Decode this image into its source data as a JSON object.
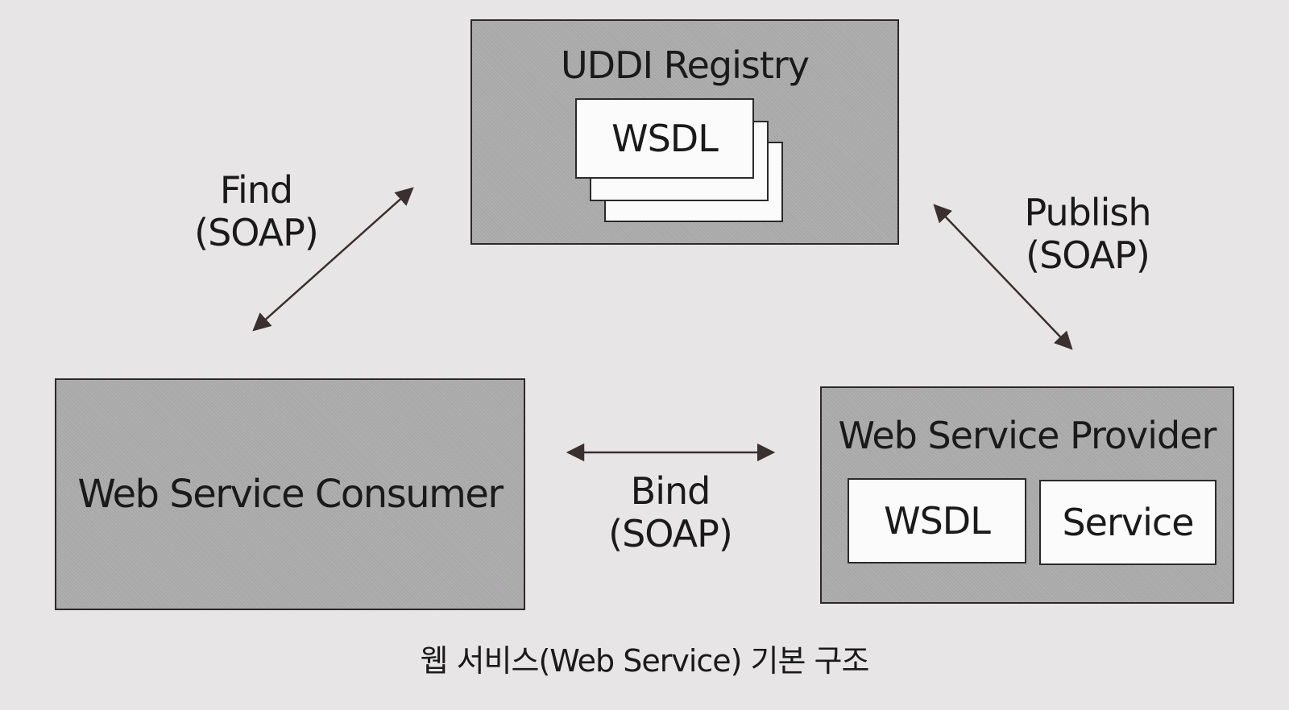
{
  "registry": {
    "title": "UDDI Registry",
    "doc_label": "WSDL"
  },
  "consumer": {
    "title": "Web Service Consumer"
  },
  "provider": {
    "title": "Web Service Provider",
    "wsdl_label": "WSDL",
    "service_label": "Service"
  },
  "edges": {
    "find": {
      "line1": "Find",
      "line2": "(SOAP)"
    },
    "publish": {
      "line1": "Publish",
      "line2": "(SOAP)"
    },
    "bind": {
      "line1": "Bind",
      "line2": "(SOAP)"
    }
  },
  "caption": "웹 서비스(Web Service) 기본 구조"
}
